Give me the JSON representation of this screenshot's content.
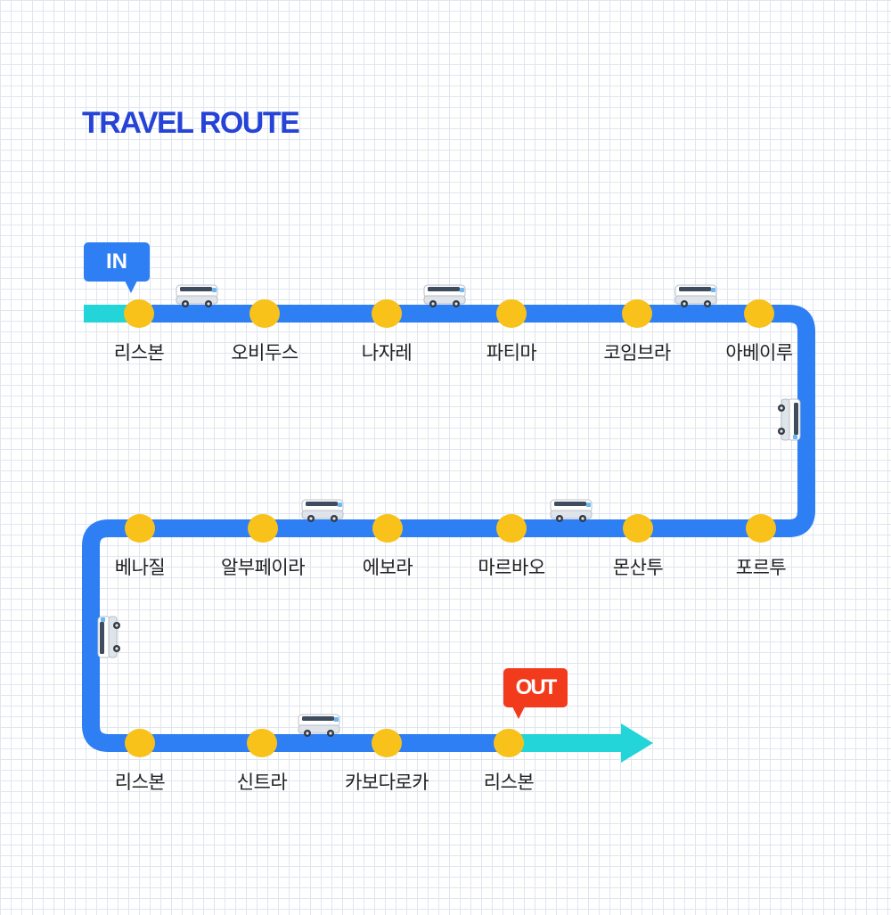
{
  "title": "TRAVEL ROUTE",
  "markers": {
    "start": "IN",
    "end": "OUT"
  },
  "stops": [
    "리스본",
    "오비두스",
    "나자레",
    "파티마",
    "코임브라",
    "아베이루",
    "포르투",
    "몬산투",
    "마르바오",
    "에보라",
    "알부페이라",
    "베나질",
    "리스본",
    "신트라",
    "카보다로카",
    "리스본"
  ],
  "colors": {
    "route": "#2f7ff4",
    "start_end_segment": "#23d4d8",
    "stop_dot": "#f8c21a",
    "title": "#2543d6",
    "in_marker": "#2f7ff4",
    "out_marker": "#f23a1c"
  },
  "icons": [
    "van-icon"
  ]
}
